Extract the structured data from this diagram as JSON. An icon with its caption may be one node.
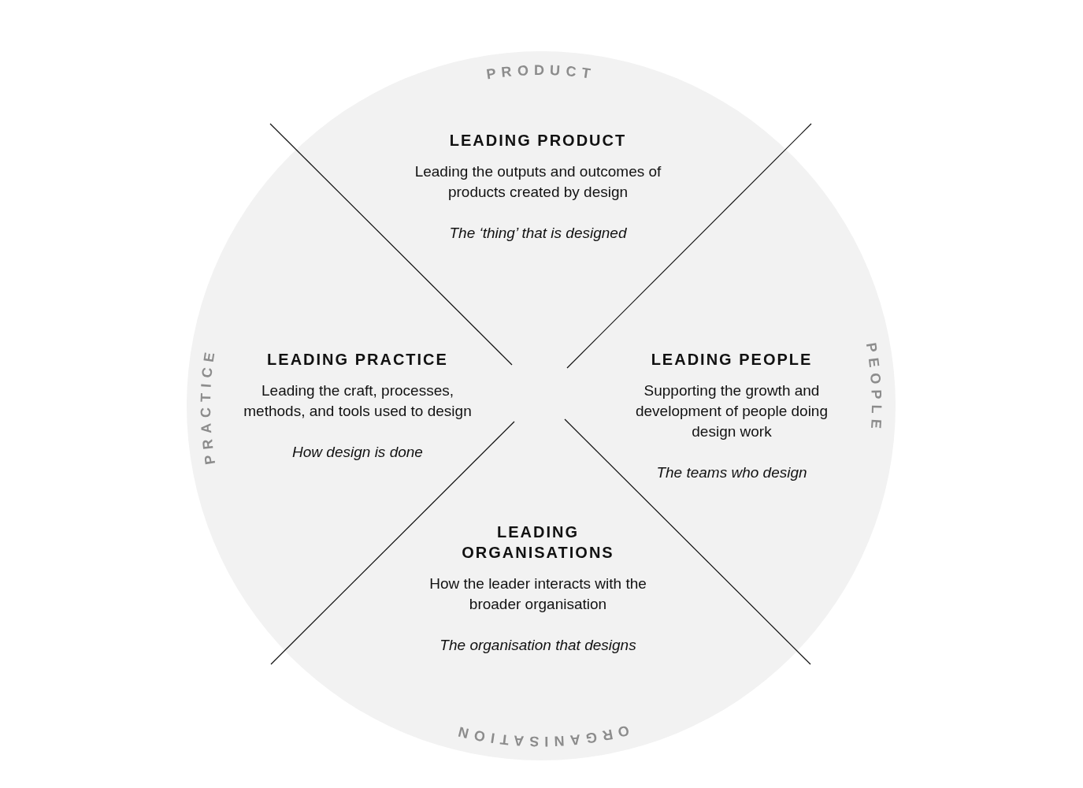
{
  "diagram": {
    "nodes": [
      {
        "text": [
          "PRODUCT",
          "PEOPLE",
          "ORGANISATION",
          "PRACTICE"
        ]
      },
      {
        "text": [
          "LEADING PRODUCT",
          "Leading the outputs and outcomes of products created by design",
          "The ‘thing’ that is designed"
        ],
        "in": 0
      },
      {
        "text": [
          "LEADING PRACTICE",
          "Leading the craft, processes, methods, and tools used to design",
          "How design is done"
        ],
        "in": 0
      },
      {
        "text": [
          "LEADING PEOPLE",
          "Supporting the growth and development of people doing design work",
          "The teams who design"
        ],
        "in": 0
      },
      {
        "text": [
          "LEADING ORGANISATIONS",
          "How the leader interacts with the broader organisation",
          "The organisation that designs"
        ],
        "in": 0
      }
    ],
    "edges": []
  }
}
